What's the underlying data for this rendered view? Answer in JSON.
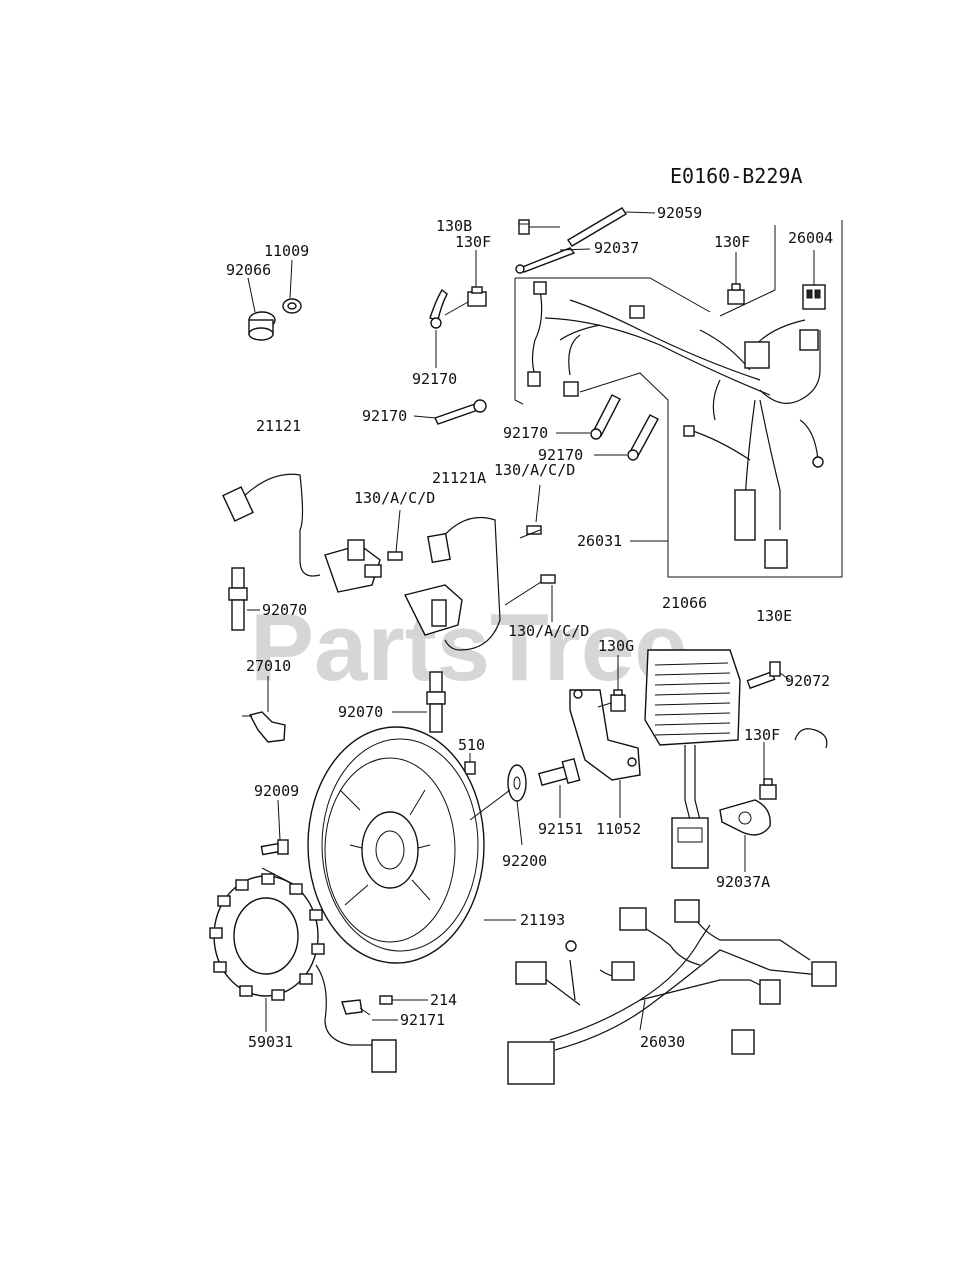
{
  "diagram_code": "E0160-B229A",
  "watermark": "PartsTree",
  "callouts": {
    "p130B": "130B",
    "p92059": "92059",
    "p130F_a": "130F",
    "p92037": "92037",
    "p130F_b": "130F",
    "p26004": "26004",
    "p11009": "11009",
    "p92066": "92066",
    "p92170_a": "92170",
    "p92170_b": "92170",
    "p21121": "21121",
    "p92170_c": "92170",
    "p92170_d": "92170",
    "p21121A": "21121A",
    "p130ACD_a": "130/A/C/D",
    "p130ACD_b": "130/A/C/D",
    "p26031": "26031",
    "p92070_a": "92070",
    "p21066": "21066",
    "p130E": "130E",
    "p130ACD_c": "130/A/C/D",
    "p130G": "130G",
    "p92072": "92072",
    "p27010": "27010",
    "p92070_b": "92070",
    "p510": "510",
    "p130F_c": "130F",
    "p92009": "92009",
    "p92151": "92151",
    "p11052": "11052",
    "p92200": "92200",
    "p92037A": "92037A",
    "p21193": "21193",
    "p214": "214",
    "p92171": "92171",
    "p59031": "59031",
    "p26030": "26030"
  }
}
